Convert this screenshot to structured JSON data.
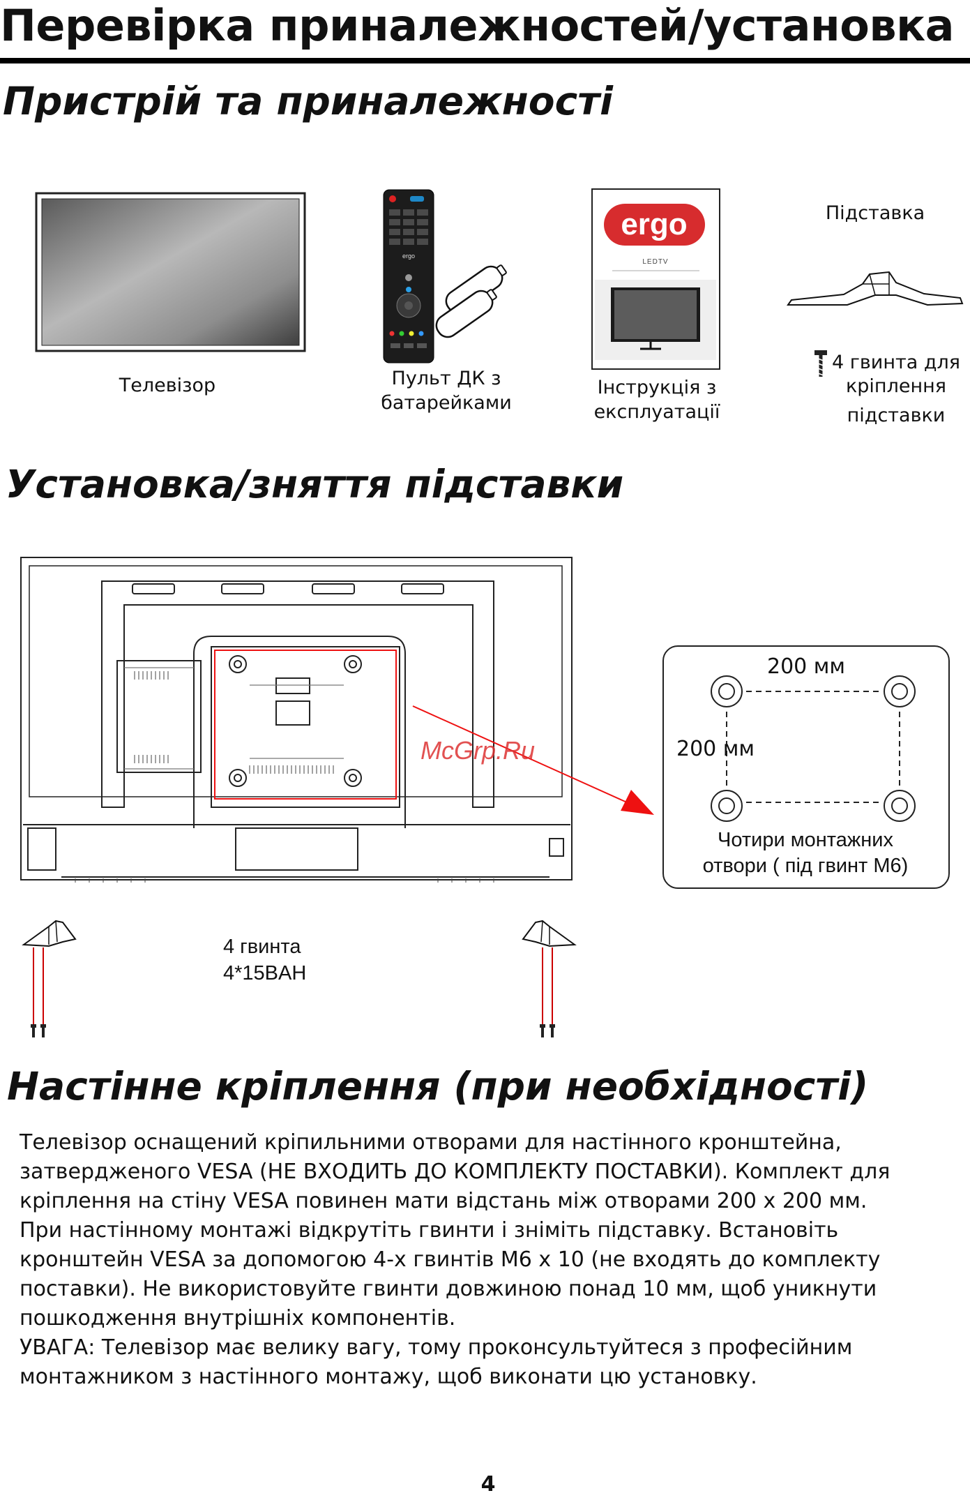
{
  "header": {
    "title": "Перевірка приналежностей/установка"
  },
  "section1": {
    "title": "Пристрій та приналежності",
    "items": {
      "tv": "Телевізор",
      "remote_l1": "Пульт ДК з",
      "remote_l2": "батарейками",
      "manual_l1": "Інструкція з",
      "manual_l2": "експлуатації",
      "stand": "Підставка",
      "screws_l1": "4 гвинта для",
      "screws_l2": "кріплення",
      "screws_l3": "підставки"
    },
    "manual_brand": "ergo",
    "manual_sub": "LEDTV",
    "remote_brand": "ergo"
  },
  "section2": {
    "title": "Установка/зняття підставки",
    "vesa": {
      "width": "200 мм",
      "height": "200 мм",
      "caption_l1": "Чотири монтажних",
      "caption_l2": "отвори ( під гвинт M6)"
    },
    "watermark": "McGrp.Ru",
    "screws_l1": "4  гвинта",
    "screws_l2": "4*15BAH"
  },
  "section3": {
    "title": "Настінне кріплення (при  необхідності)",
    "lines": [
      "Телевізор оснащений кріпильними отворами для настінного кронштейна,",
      "затвердженого VESA (НЕ ВХОДИТЬ ДО КОМПЛЕКТУ ПОСТАВКИ). Комплект для",
      "кріплення на стіну VESA повинен мати відстань між отворами 200 х 200 мм.",
      "При настінному монтажі відкрутіть гвинти і зніміть підставку. Встановіть",
      "кронштейн VESA за допомогою 4-х гвинтів M6 х 10 (не входять до комплекту",
      "поставки). Не використовуйте гвинти довжиною понад 10 мм, щоб уникнути",
      "пошкодження внутрішніх компонентів.",
      "УВАГА: Телевізор має велику вагу, тому проконсультуйтеся з професійним",
      "монтажником з настінного монтажу, щоб виконати цю установку."
    ]
  },
  "footer": {
    "page_number": "4"
  }
}
